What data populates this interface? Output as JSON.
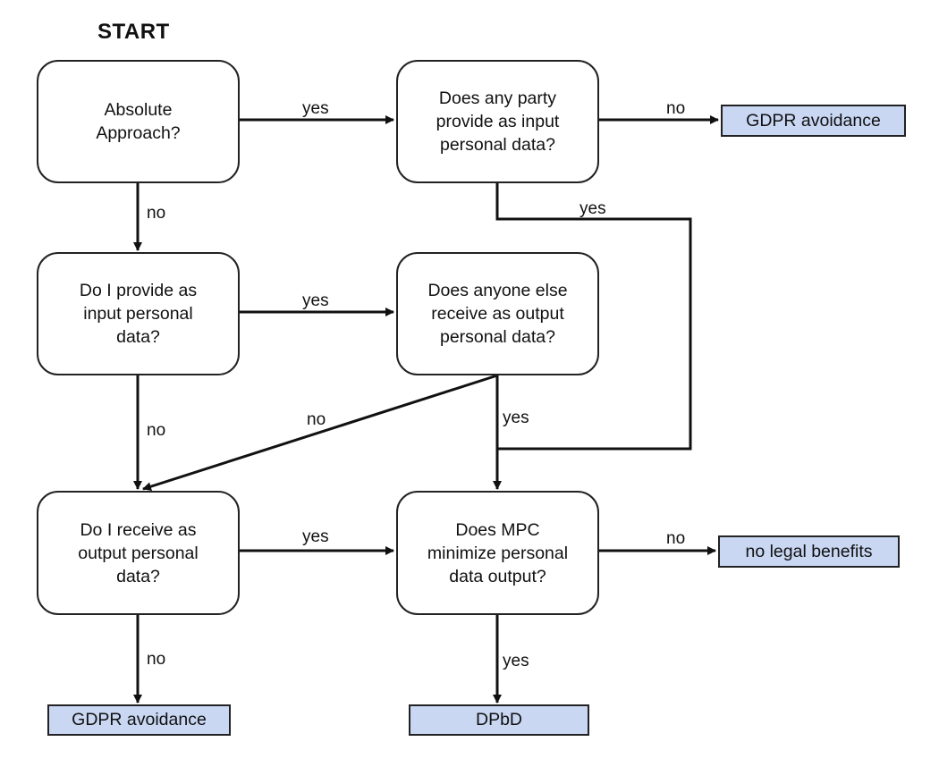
{
  "start_label": "START",
  "nodes": {
    "absolute": "Absolute\nApproach?",
    "party_input": "Does any party\nprovide as input\npersonal data?",
    "i_input": "Do I provide as\ninput personal\ndata?",
    "else_output": "Does anyone else\nreceive as output\npersonal data?",
    "i_output": "Do I receive as\noutput personal\ndata?",
    "mpc": "Does MPC\nminimize personal\ndata output?"
  },
  "terminals": {
    "gdpr_top": "GDPR avoidance",
    "no_legal": "no legal benefits",
    "gdpr_bottom": "GDPR avoidance",
    "dpbd": "DPbD"
  },
  "edge_labels": {
    "absolute_yes": "yes",
    "party_no": "no",
    "party_yes": "yes",
    "absolute_no": "no",
    "i_input_yes": "yes",
    "else_no": "no",
    "i_input_no": "no",
    "else_yes": "yes",
    "i_output_yes": "yes",
    "mpc_no": "no",
    "i_output_no": "no",
    "mpc_yes": "yes"
  }
}
